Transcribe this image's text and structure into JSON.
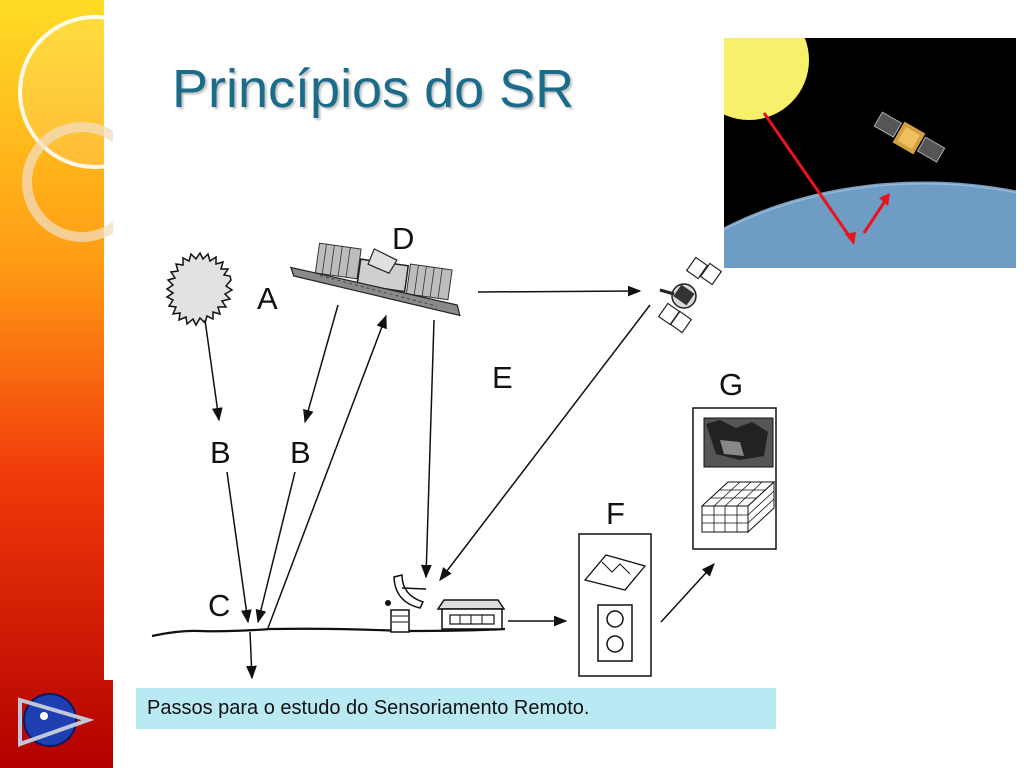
{
  "slide": {
    "title": "Princípios do SR",
    "caption": "Passos para o estudo do Sensoriamento Remoto."
  },
  "diagram": {
    "labels": {
      "a": "A",
      "b1": "B",
      "b2": "B",
      "c": "C",
      "d": "D",
      "e": "E",
      "f": "F",
      "g": "G"
    }
  },
  "colors": {
    "title": "#1b6c8a",
    "caption_bg": "#b9eaf3",
    "sidebar_top": "#ffd81a",
    "sidebar_bottom": "#c80000",
    "arrow_red": "#e8141c",
    "photo_sun": "#f7f06a"
  },
  "icons": [
    "sun-icon",
    "satellite-icon",
    "comm-satellite-icon",
    "antenna-dish-icon",
    "ground-station-icon",
    "document-icon",
    "nav-logo-icon"
  ]
}
